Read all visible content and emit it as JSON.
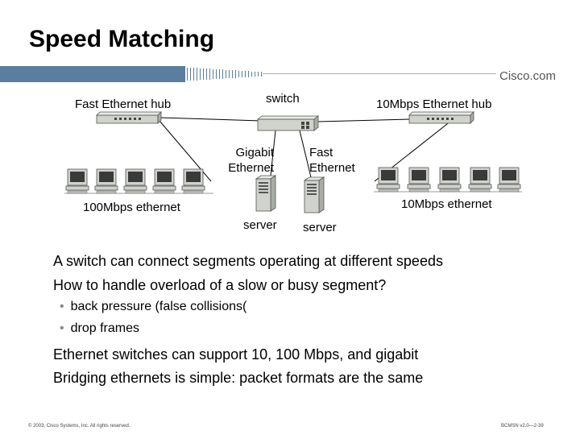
{
  "slide": {
    "title": "Speed Matching",
    "logo": "Cisco.com",
    "colors": {
      "band": "#5b7d9e",
      "device": "#cfd3cc",
      "line": "#000000"
    }
  },
  "diagram": {
    "hub_left_label": "Fast Ethernet hub",
    "switch_label": "switch",
    "hub_right_label": "10Mbps Ethernet hub",
    "gigabit_label": "Gigabit Ethernet",
    "fast_label": "Fast Ethernet",
    "left_segment_label": "100Mbps ethernet",
    "right_segment_label": "10Mbps ethernet",
    "server1_label": "server",
    "server2_label": "server",
    "icons": [
      "hub-icon",
      "switch-icon",
      "computer-icon",
      "server-icon"
    ]
  },
  "bullets": {
    "b1": "A switch can connect segments operating at different speeds",
    "b2": "How to handle overload of a slow or busy segment?",
    "sub1": "back pressure (false collisions(",
    "sub2": "drop frames",
    "b3": "Ethernet switches can support 10, 100 Mbps, and gigabit",
    "b4": "Bridging ethernets is simple:  packet formats are the same"
  },
  "footer": {
    "left": "© 2003, Cisco Systems, Inc. All rights reserved.",
    "right": "BCMSN v2.0—2-39"
  }
}
